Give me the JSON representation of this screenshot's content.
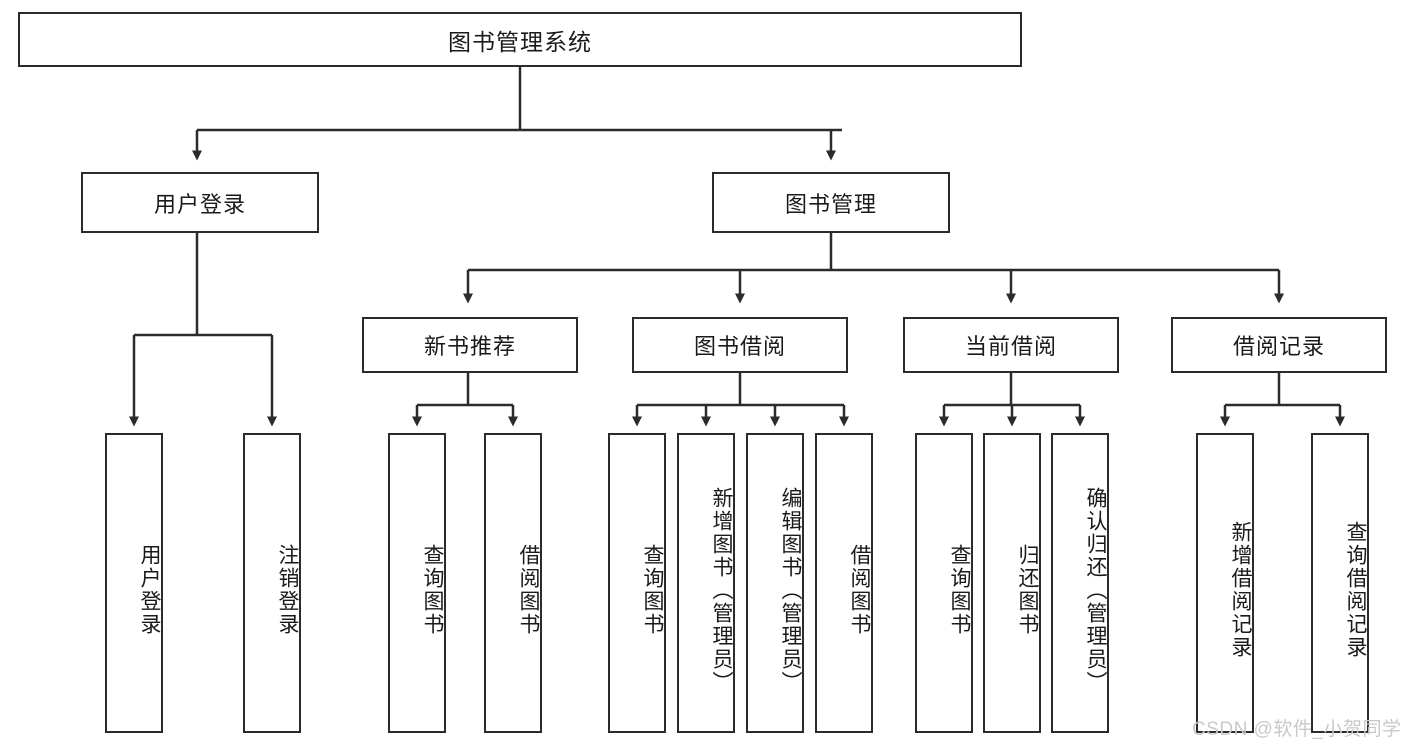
{
  "diagram": {
    "title": "图书管理系统",
    "type": "tree-hierarchy-diagram",
    "colors": {
      "stroke": "#2b2b2b",
      "fill": "#ffffff",
      "text": "#1a1a1a",
      "watermark": "#c9c9c9"
    },
    "root": {
      "label": "图书管理系统"
    },
    "level2": [
      {
        "label": "用户登录"
      },
      {
        "label": "图书管理"
      }
    ],
    "level3": [
      {
        "label": "新书推荐"
      },
      {
        "label": "图书借阅"
      },
      {
        "label": "当前借阅"
      },
      {
        "label": "借阅记录"
      }
    ],
    "leaves": {
      "user_login": [
        {
          "label": "用户登录"
        },
        {
          "label": "注销登录"
        }
      ],
      "new_book_recommend": [
        {
          "label": "查询图书"
        },
        {
          "label": "借阅图书"
        }
      ],
      "book_borrow": [
        {
          "label": "查询图书"
        },
        {
          "label": "新增图书（管理员）"
        },
        {
          "label": "编辑图书（管理员）"
        },
        {
          "label": "借阅图书"
        }
      ],
      "current_borrow": [
        {
          "label": "查询图书"
        },
        {
          "label": "归还图书"
        },
        {
          "label": "确认归还（管理员）"
        }
      ],
      "borrow_record": [
        {
          "label": "新增借阅记录"
        },
        {
          "label": "查询借阅记录"
        }
      ]
    },
    "watermark": "CSDN @软件_小贺同学"
  }
}
